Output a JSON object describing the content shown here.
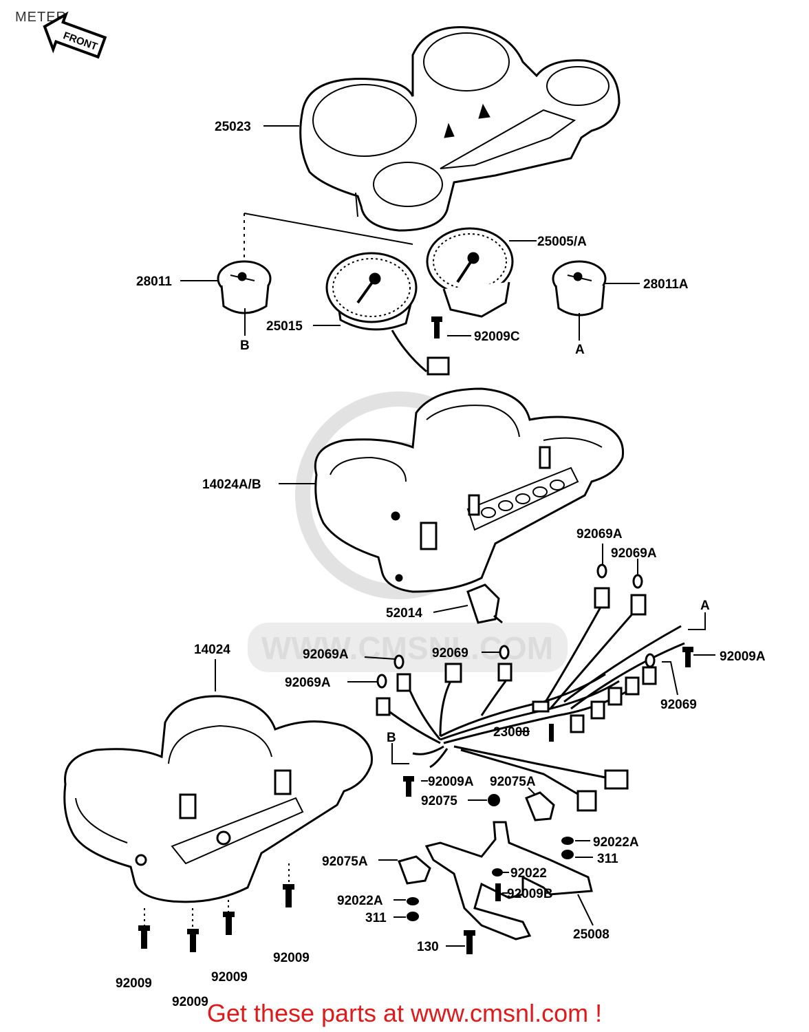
{
  "header": {
    "title": "METER",
    "front_badge": "FRONT"
  },
  "watermark": {
    "text": "WWW.CMSNL.COM"
  },
  "callouts": {
    "p25023": "25023",
    "p25005A": "25005/A",
    "p28011": "28011",
    "p28011A": "28011A",
    "p25015": "25015",
    "p92009C": "92009C",
    "refB_top": "B",
    "refA_top": "A",
    "p14024AB": "14024A/B",
    "p92069A_1": "92069A",
    "p92069A_2": "92069A",
    "refA_right": "A",
    "p52014": "52014",
    "p92009A_right": "92009A",
    "p14024": "14024",
    "p92069A_3": "92069A",
    "p92069_1": "92069",
    "p92069A_4": "92069A",
    "p92069_2": "92069",
    "p23008": "23008",
    "refB_mid": "B",
    "p92009A_mid": "92009A",
    "p92075A_1": "92075A",
    "p92075": "92075",
    "p92022A_right": "92022A",
    "p311_right": "311",
    "p92075A_2": "92075A",
    "p92022": "92022",
    "p92009B": "92009B",
    "p92022A_left": "92022A",
    "p311_left": "311",
    "p25008": "25008",
    "p130": "130",
    "p92009_a": "92009",
    "p92009_b": "92009",
    "p92009_c": "92009",
    "p92009_d": "92009"
  },
  "footer": {
    "promo": "Get these parts at www.cmsnl.com !"
  },
  "colors": {
    "promo": "#e0191b",
    "ink": "#000000",
    "watermark": "#d9d9d9"
  }
}
